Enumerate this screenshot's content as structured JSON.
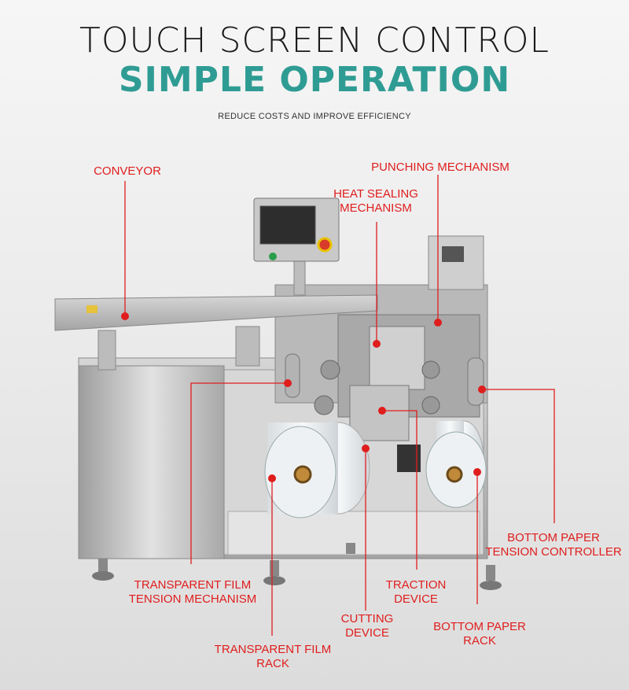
{
  "header": {
    "title_line1": "TOUCH SCREEN CONTROL",
    "title_line2": "SIMPLE OPERATION",
    "subtitle": "REDUCE COSTS AND IMPROVE EFFICIENCY"
  },
  "labels": {
    "conveyor": "CONVEYOR",
    "punching": "PUNCHING MECHANISM",
    "heat_sealing": "HEAT SEALING\nMECHANISM",
    "bottom_paper_tension": "BOTTOM PAPER\nTENSION CONTROLLER",
    "transparent_film_tension": "TRANSPARENT FILM\nTENSION MECHANISM",
    "traction": "TRACTION\nDEVICE",
    "cutting": "CUTTING\nDEVICE",
    "bottom_paper_rack": "BOTTOM PAPER\nRACK",
    "transparent_film_rack": "TRANSPARENT FILM\nRACK"
  },
  "colors": {
    "title_dark": "#1a1a1a",
    "title_accent": "#2f9c94",
    "callout_red": "#e01d1d",
    "steel": "#c8c8c8"
  }
}
